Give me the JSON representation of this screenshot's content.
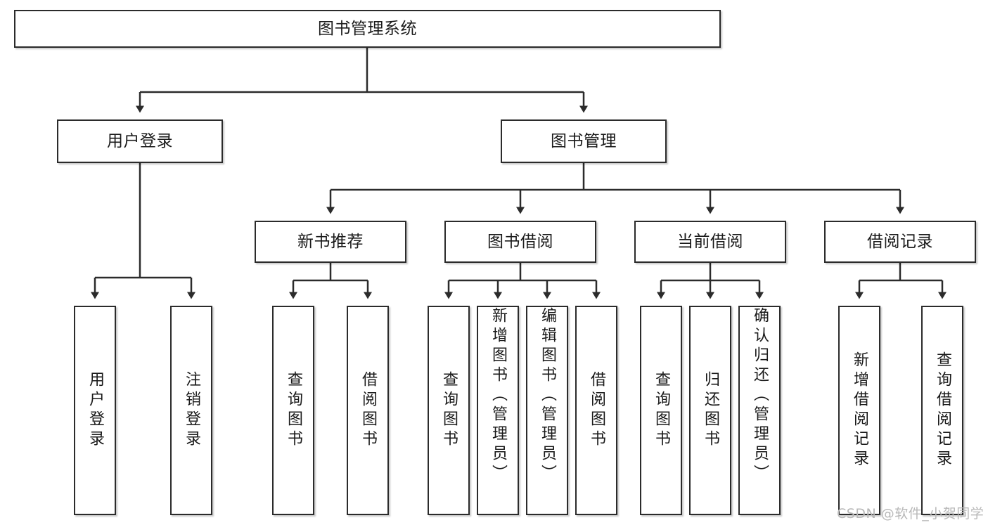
{
  "diagram": {
    "title": "图书管理系统",
    "watermark": "CSDN @软件_小贺同学",
    "colors": {
      "box_border": "#2b2b2b",
      "box_fill": "#ffffff",
      "edge": "#2b2b2b",
      "text": "#1a1a1a",
      "watermark": "#b8b8b8",
      "background": "#ffffff"
    },
    "levels": {
      "root": "图书管理系统",
      "level2": [
        "用户登录",
        "图书管理"
      ],
      "level3": [
        "新书推荐",
        "图书借阅",
        "当前借阅",
        "借阅记录"
      ]
    },
    "nodes": {
      "root": {
        "label": "图书管理系统"
      },
      "user_login": {
        "label": "用户登录"
      },
      "book_manage": {
        "label": "图书管理"
      },
      "new_book_rec": {
        "label": "新书推荐"
      },
      "book_borrow": {
        "label": "图书借阅"
      },
      "current_borrow": {
        "label": "当前借阅"
      },
      "borrow_record": {
        "label": "借阅记录"
      },
      "leaf_user_login": {
        "label": "用户登录"
      },
      "leaf_logout_login": {
        "label": "注销登录"
      },
      "leaf_query_book_1": {
        "label": "查询图书"
      },
      "leaf_borrow_book_1": {
        "label": "借阅图书"
      },
      "leaf_query_book_2": {
        "label": "查询图书"
      },
      "leaf_add_book_admin": {
        "label": "新增图书（管理员）"
      },
      "leaf_edit_book_admin": {
        "label": "编辑图书（管理员）"
      },
      "leaf_borrow_book_2": {
        "label": "借阅图书"
      },
      "leaf_query_book_3": {
        "label": "查询图书"
      },
      "leaf_return_book": {
        "label": "归还图书"
      },
      "leaf_confirm_return_admin": {
        "label": "确认归还（管理员）"
      },
      "leaf_add_borrow_record": {
        "label": "新增借阅记录"
      },
      "leaf_query_borrow_record": {
        "label": "查询借阅记录"
      }
    }
  }
}
